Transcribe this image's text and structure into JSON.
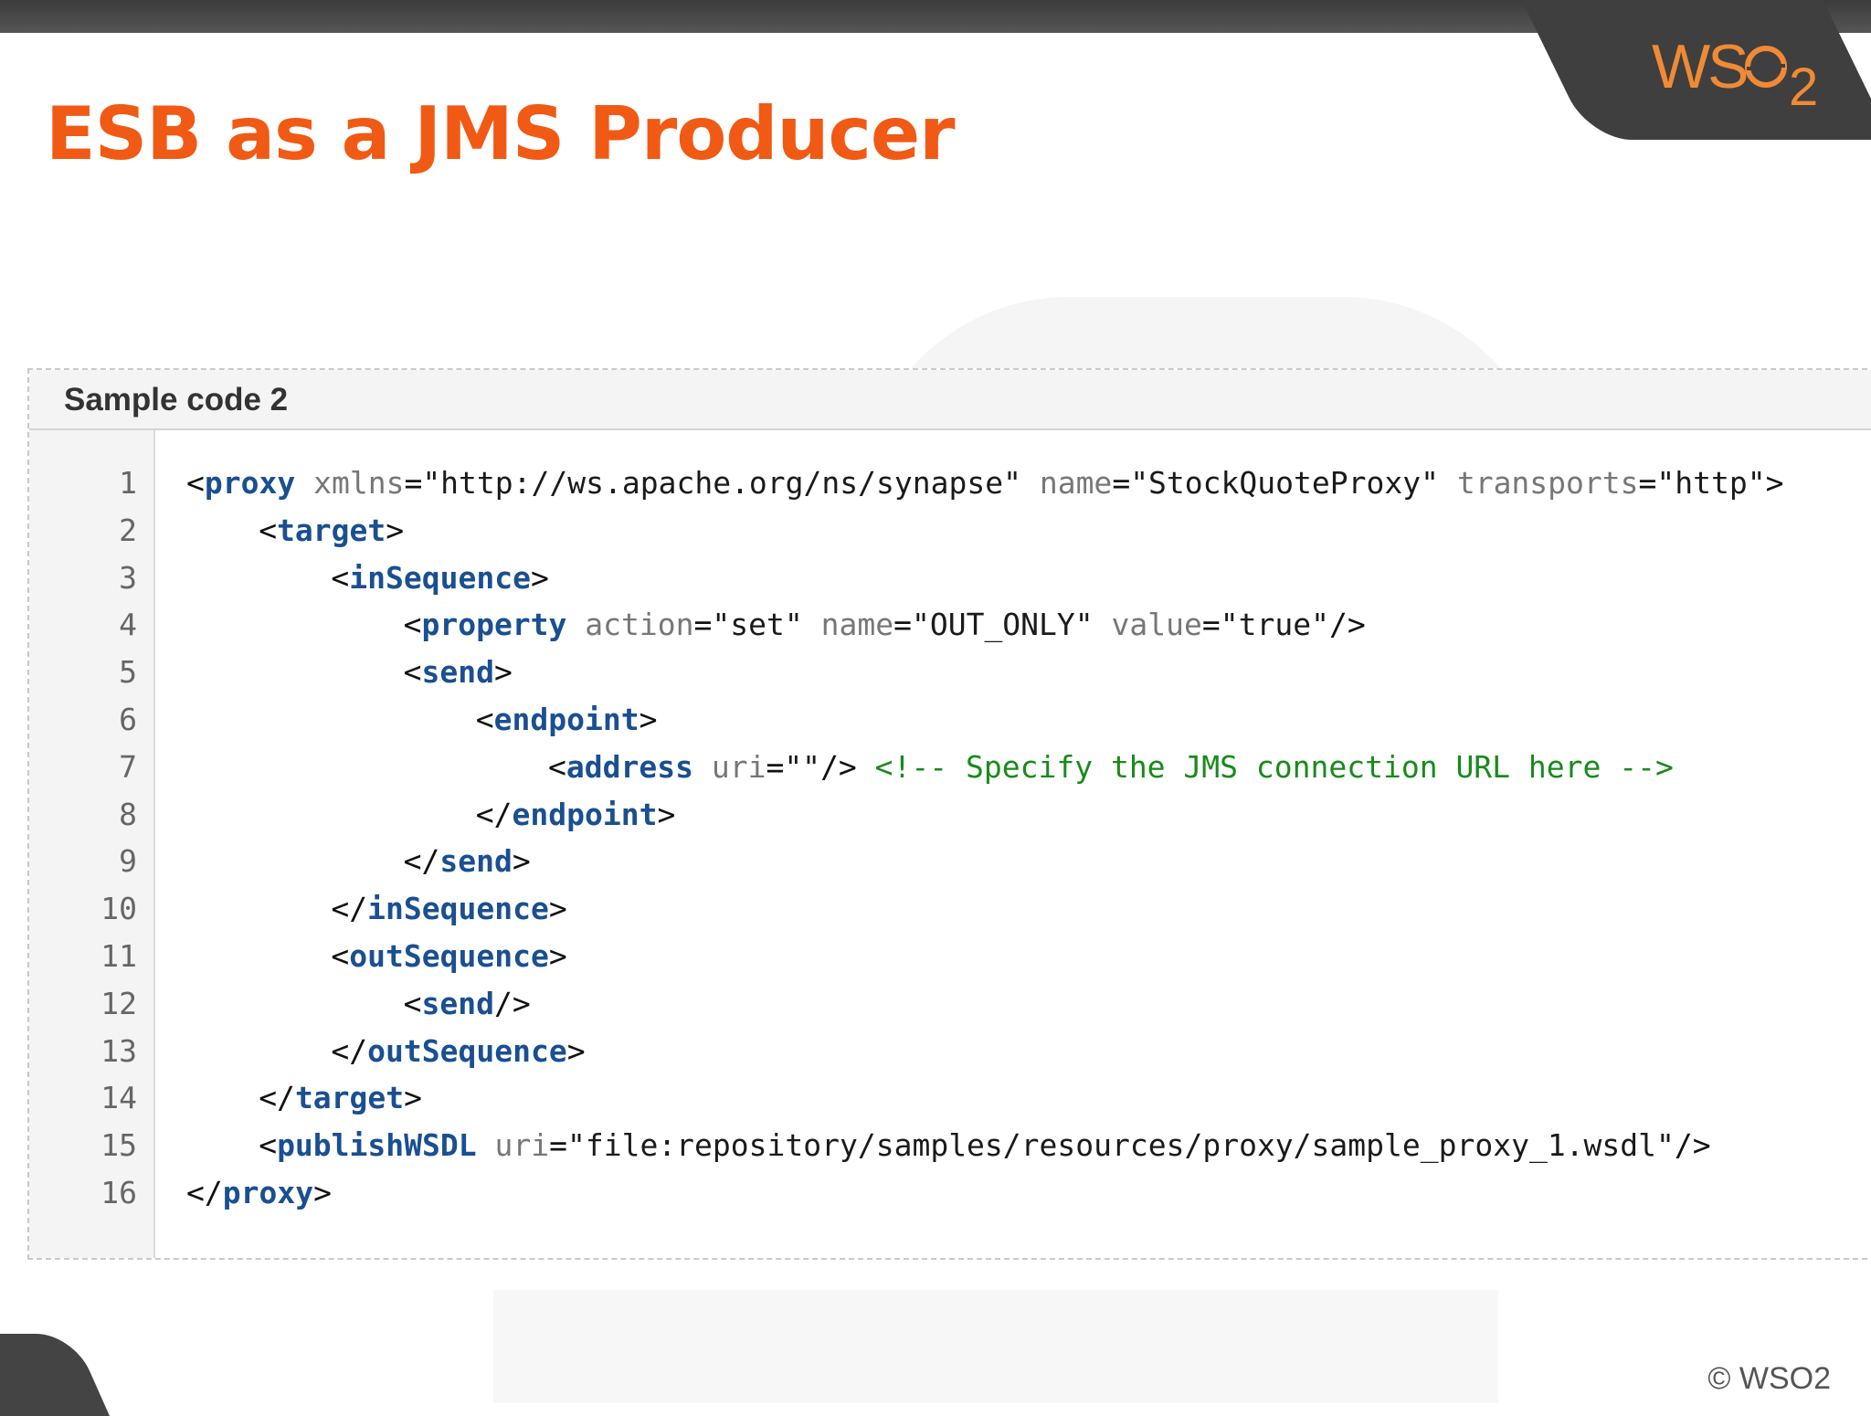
{
  "slide": {
    "title": "ESB as a JMS Producer",
    "copyright": "© WSO2"
  },
  "logo": {
    "text": "WS",
    "subscript": "2",
    "brand_color": "#f08a35",
    "icon": "heartbeat-o-icon"
  },
  "colors": {
    "title": "#f05a14",
    "tag": "#1a4f91",
    "attribute": "#777777",
    "comment": "#198a1c"
  },
  "sample": {
    "title": "Sample code 2",
    "lines": [
      {
        "n": "1",
        "indent": 0,
        "tokens": [
          {
            "t": "pun",
            "v": "<"
          },
          {
            "t": "tag",
            "v": "proxy"
          },
          {
            "t": "pun",
            "v": " "
          },
          {
            "t": "attr",
            "v": "xmlns"
          },
          {
            "t": "pun",
            "v": "="
          },
          {
            "t": "str",
            "v": "\"http://ws.apache.org/ns/synapse\""
          },
          {
            "t": "pun",
            "v": " "
          },
          {
            "t": "attr",
            "v": "name"
          },
          {
            "t": "pun",
            "v": "="
          },
          {
            "t": "str",
            "v": "\"StockQuoteProxy\""
          },
          {
            "t": "pun",
            "v": " "
          },
          {
            "t": "attr",
            "v": "transports"
          },
          {
            "t": "pun",
            "v": "="
          },
          {
            "t": "str",
            "v": "\"http\""
          },
          {
            "t": "pun",
            "v": ">"
          }
        ]
      },
      {
        "n": "2",
        "indent": 4,
        "tokens": [
          {
            "t": "pun",
            "v": "<"
          },
          {
            "t": "tag",
            "v": "target"
          },
          {
            "t": "pun",
            "v": ">"
          }
        ]
      },
      {
        "n": "3",
        "indent": 8,
        "tokens": [
          {
            "t": "pun",
            "v": "<"
          },
          {
            "t": "tag",
            "v": "inSequence"
          },
          {
            "t": "pun",
            "v": ">"
          }
        ]
      },
      {
        "n": "4",
        "indent": 12,
        "tokens": [
          {
            "t": "pun",
            "v": "<"
          },
          {
            "t": "tag",
            "v": "property"
          },
          {
            "t": "pun",
            "v": " "
          },
          {
            "t": "attr",
            "v": "action"
          },
          {
            "t": "pun",
            "v": "="
          },
          {
            "t": "str",
            "v": "\"set\""
          },
          {
            "t": "pun",
            "v": " "
          },
          {
            "t": "attr",
            "v": "name"
          },
          {
            "t": "pun",
            "v": "="
          },
          {
            "t": "str",
            "v": "\"OUT_ONLY\""
          },
          {
            "t": "pun",
            "v": " "
          },
          {
            "t": "attr",
            "v": "value"
          },
          {
            "t": "pun",
            "v": "="
          },
          {
            "t": "str",
            "v": "\"true\""
          },
          {
            "t": "pun",
            "v": "/>"
          }
        ]
      },
      {
        "n": "5",
        "indent": 12,
        "tokens": [
          {
            "t": "pun",
            "v": "<"
          },
          {
            "t": "tag",
            "v": "send"
          },
          {
            "t": "pun",
            "v": ">"
          }
        ]
      },
      {
        "n": "6",
        "indent": 16,
        "tokens": [
          {
            "t": "pun",
            "v": "<"
          },
          {
            "t": "tag",
            "v": "endpoint"
          },
          {
            "t": "pun",
            "v": ">"
          }
        ]
      },
      {
        "n": "7",
        "indent": 20,
        "tokens": [
          {
            "t": "pun",
            "v": "<"
          },
          {
            "t": "tag",
            "v": "address"
          },
          {
            "t": "pun",
            "v": " "
          },
          {
            "t": "attr",
            "v": "uri"
          },
          {
            "t": "pun",
            "v": "="
          },
          {
            "t": "str",
            "v": "\"\""
          },
          {
            "t": "pun",
            "v": "/> "
          },
          {
            "t": "com",
            "v": "<!-- Specify the JMS connection URL here -->"
          }
        ]
      },
      {
        "n": "8",
        "indent": 16,
        "tokens": [
          {
            "t": "pun",
            "v": "</"
          },
          {
            "t": "tag",
            "v": "endpoint"
          },
          {
            "t": "pun",
            "v": ">"
          }
        ]
      },
      {
        "n": "9",
        "indent": 12,
        "tokens": [
          {
            "t": "pun",
            "v": "</"
          },
          {
            "t": "tag",
            "v": "send"
          },
          {
            "t": "pun",
            "v": ">"
          }
        ]
      },
      {
        "n": "10",
        "indent": 8,
        "tokens": [
          {
            "t": "pun",
            "v": "</"
          },
          {
            "t": "tag",
            "v": "inSequence"
          },
          {
            "t": "pun",
            "v": ">"
          }
        ]
      },
      {
        "n": "11",
        "indent": 8,
        "tokens": [
          {
            "t": "pun",
            "v": "<"
          },
          {
            "t": "tag",
            "v": "outSequence"
          },
          {
            "t": "pun",
            "v": ">"
          }
        ]
      },
      {
        "n": "12",
        "indent": 12,
        "tokens": [
          {
            "t": "pun",
            "v": "<"
          },
          {
            "t": "tag",
            "v": "send"
          },
          {
            "t": "pun",
            "v": "/>"
          }
        ]
      },
      {
        "n": "13",
        "indent": 8,
        "tokens": [
          {
            "t": "pun",
            "v": "</"
          },
          {
            "t": "tag",
            "v": "outSequence"
          },
          {
            "t": "pun",
            "v": ">"
          }
        ]
      },
      {
        "n": "14",
        "indent": 4,
        "tokens": [
          {
            "t": "pun",
            "v": "</"
          },
          {
            "t": "tag",
            "v": "target"
          },
          {
            "t": "pun",
            "v": ">"
          }
        ]
      },
      {
        "n": "15",
        "indent": 4,
        "tokens": [
          {
            "t": "pun",
            "v": "<"
          },
          {
            "t": "tag",
            "v": "publishWSDL"
          },
          {
            "t": "pun",
            "v": " "
          },
          {
            "t": "attr",
            "v": "uri"
          },
          {
            "t": "pun",
            "v": "="
          },
          {
            "t": "str",
            "v": "\"file:repository/samples/resources/proxy/sample_proxy_1.wsdl\""
          },
          {
            "t": "pun",
            "v": "/>"
          }
        ]
      },
      {
        "n": "16",
        "indent": 0,
        "tokens": [
          {
            "t": "pun",
            "v": "</"
          },
          {
            "t": "tag",
            "v": "proxy"
          },
          {
            "t": "pun",
            "v": ">"
          }
        ]
      }
    ]
  }
}
